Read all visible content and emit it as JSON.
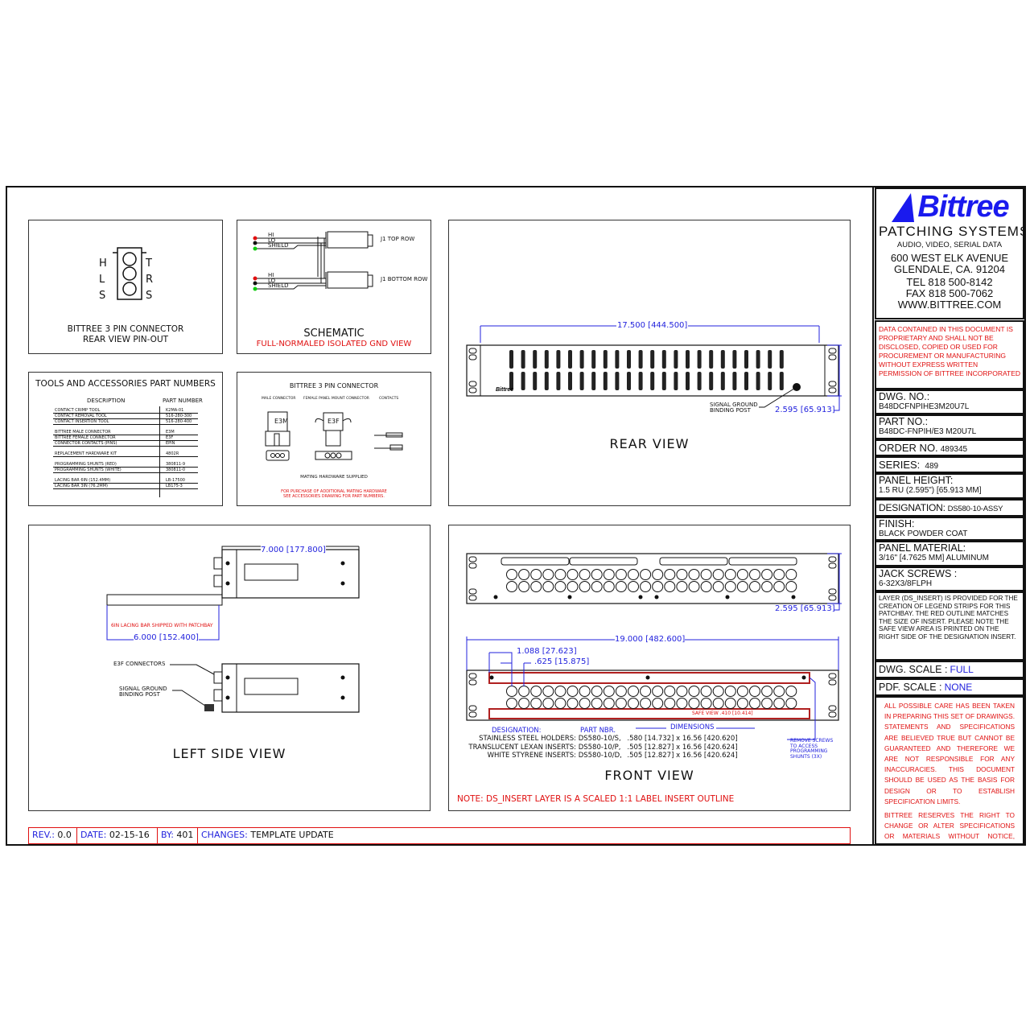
{
  "company": {
    "logo": "Bittree",
    "tagline": "PATCHING SYSTEMS",
    "subtitle": "AUDIO, VIDEO, SERIAL DATA",
    "address1": "600 WEST ELK AVENUE",
    "address2": "GLENDALE, CA. 91204",
    "tel": "TEL 818 500-8142",
    "fax": "FAX 818 500-7062",
    "web": "WWW.BITTREE.COM"
  },
  "proprietary": "DATA CONTAINED IN THIS DOCUMENT IS PROPRIETARY AND SHALL NOT BE DISCLOSED, COPIED OR USED FOR PROCUREMENT OR MANUFACTURING WITHOUT EXPRESS WRITTEN PERMISSION OF BITTREE INCORPORATED",
  "title_block": {
    "dwg_no_label": "DWG. NO.:",
    "dwg_no": "B48DCFNPIHE3M20U7L",
    "part_no_label": "PART NO.:",
    "part_no": "B48DC-FNPIH/E3 M20U7L",
    "order_label": "ORDER NO.",
    "order": "489345",
    "series_label": "SERIES:",
    "series": "489",
    "panel_height_label": "PANEL HEIGHT:",
    "panel_height": "1.5 RU (2.595\") [65.913 MM]",
    "designation_label": "DESIGNATION:",
    "designation": "DS580-10-ASSY",
    "finish_label": "FINISH:",
    "finish": "BLACK POWDER COAT",
    "material_label": "PANEL MATERIAL:",
    "material": "3/16\" [4.7625 MM] ALUMINUM",
    "screws_label": "JACK SCREWS :",
    "screws": "6-32X3/8FLPH",
    "layer_note": "LAYER (DS_INSERT) IS PROVIDED FOR THE CREATION OF LEGEND STRIPS FOR THIS PATCHBAY. THE RED OUTLINE MATCHES THE SIZE OF INSERT. PLEASE NOTE THE SAFE VIEW AREA IS PRINTED ON THE RIGHT SIDE OF THE DESIGNATION INSERT.",
    "dwg_scale_label": "DWG. SCALE :",
    "dwg_scale": "FULL",
    "pdf_scale_label": "PDF. SCALE :",
    "pdf_scale": "NONE",
    "disclaimer1": "ALL POSSIBLE CARE HAS BEEN TAKEN IN PREPARING THIS SET OF DRAWINGS. STATEMENTS AND SPECIFICATIONS ARE BELIEVED TRUE BUT CANNOT BE GUARANTEED AND THEREFORE WE ARE NOT RESPONSIBLE FOR ANY INACCURACIES. THIS DOCUMENT SHOULD BE USED AS THE BASIS FOR DESIGN OR TO ESTABLISH SPECIFICATION LIMITS.",
    "disclaimer2": "BITTREE RESERVES THE RIGHT TO CHANGE OR ALTER SPECIFICATIONS OR MATERIALS WITHOUT NOTICE, PROVIDED THE FUNCTION AND AND PERFORMANCE OF THE PRODUCT REMAINS REASONABLY SIMILAR OR IS IMPROVED."
  },
  "pinout": {
    "left": [
      "H",
      "L",
      "S"
    ],
    "right": [
      "T",
      "R",
      "S"
    ],
    "caption1": "BITTREE 3 PIN CONNECTOR",
    "caption2": "REAR VIEW PIN-OUT"
  },
  "schematic": {
    "wires": [
      "HI",
      "LO",
      "SHIELD"
    ],
    "top": "J1 TOP ROW",
    "bottom": "J1 BOTTOM ROW",
    "title": "SCHEMATIC",
    "subtitle": "FULL-NORMALED ISOLATED GND VIEW"
  },
  "tools": {
    "title": "TOOLS AND ACCESSORIES PART NUMBERS",
    "col1": "DESCRIPTION",
    "col2": "PART NUMBER",
    "rows": [
      [
        "CONTACT CRIMP TOOL",
        "K2MA-01"
      ],
      [
        "CONTACT REMOVAL TOOL",
        "516-280-300"
      ],
      [
        "CONTACT INSERTION TOOL",
        "516-280-400"
      ],
      [
        "BITTREE MALE CONNECTOR",
        "E3M"
      ],
      [
        "BITTREE FEMALE CONNECTOR",
        "E3F"
      ],
      [
        "CONNECTOR CONTACTS (PINS)",
        "EPIN"
      ],
      [
        "REPLACEMENT HARDWARE KIT",
        "4802R"
      ],
      [
        "PROGRAMMING SHUNTS (RED)",
        "380811-9"
      ],
      [
        "PROGRAMMING SHUNTS (WHITE)",
        "380811-0"
      ],
      [
        "LACING BAR 6IN (152.4MM)",
        "LB-17500"
      ],
      [
        "LACING BAR 3IN (76.2MM)",
        "LB175-3"
      ]
    ]
  },
  "connector": {
    "title": "BITTREE 3 PIN CONNECTOR",
    "male": "MALE CONNECTOR",
    "female": "FEMALE PANEL MOUNT CONNECTOR",
    "contacts": "CONTACTS",
    "male_id": "E3M",
    "female_id": "E3F",
    "supplied": "MATING HARDWARE SUPPLIED",
    "note1": "FOR PURCHASE OF ADDITIONAL MATING HARDWARE",
    "note2": "SEE ACCESSORIES DRAWING FOR PART NUMBERS."
  },
  "rear": {
    "width_dim": "17.500 [444.500]",
    "height_dim": "2.595 [65.913]",
    "ground1": "SIGNAL GROUND",
    "ground2": "BINDING POST",
    "title": "REAR VIEW"
  },
  "side": {
    "depth_dim": "7.000 [177.800]",
    "lacing_note": "6IN LACING BAR SHIPPED WITH PATCHBAY",
    "lacing_dim": "6.000 [152.400]",
    "connectors": "E3F CONNECTORS",
    "ground1": "SIGNAL GROUND",
    "ground2": "BINDING POST",
    "title": "LEFT SIDE VIEW"
  },
  "front": {
    "height_dim": "2.595 [65.913]",
    "width_dim": "19.000 [482.600]",
    "pitch_dim": "1.088 [27.623]",
    "jack_dim": ".625 [15.875]",
    "safe_view": "SAFE VIEW .410 [10.414]",
    "designation_h": "DESIGNATION:",
    "part_h": "PART NBR.",
    "dims_h": "DIMENSIONS",
    "rows": [
      [
        "STAINLESS STEEL HOLDERS:",
        "DS580-10/S,",
        ".580 [14.732] x 16.56 [420.620]"
      ],
      [
        "TRANSLUCENT LEXAN INSERTS:",
        "DS580-10/P,",
        ".505 [12.827] x 16.56 [420.624]"
      ],
      [
        "WHITE STYRENE INSERTS:",
        "DS580-10/D,",
        ".505 [12.827] x 16.56 [420.624]"
      ]
    ],
    "screws1": "REMOVE SCREWS",
    "screws2": "TO ACCESS",
    "screws3": "PROGRAMMING",
    "screws4": "SHUNTS (3X)",
    "title": "FRONT VIEW",
    "note": "NOTE: DS_INSERT LAYER IS A SCALED 1:1 LABEL INSERT OUTLINE"
  },
  "revision": {
    "rev_label": "REV.:",
    "rev": "0.0",
    "date_label": "DATE:",
    "date": "02-15-16",
    "by_label": "BY:",
    "by": "401",
    "changes_label": "CHANGES:",
    "changes": "TEMPLATE UPDATE"
  },
  "colors": {
    "dim": "#2222dd",
    "note": "#e01010"
  }
}
